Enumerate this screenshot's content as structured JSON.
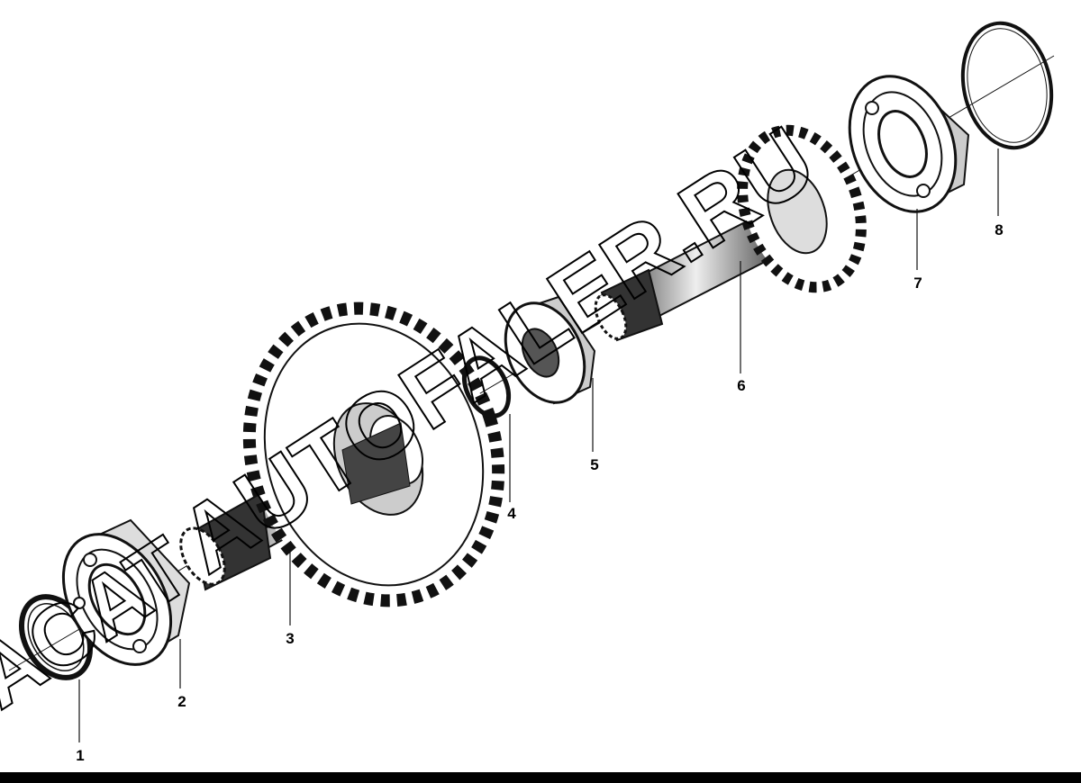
{
  "callouts": [
    {
      "id": "1",
      "label": "1"
    },
    {
      "id": "2",
      "label": "2"
    },
    {
      "id": "3",
      "label": "3"
    },
    {
      "id": "4",
      "label": "4"
    },
    {
      "id": "5",
      "label": "5"
    },
    {
      "id": "6",
      "label": "6"
    },
    {
      "id": "7",
      "label": "7"
    },
    {
      "id": "8",
      "label": "8"
    }
  ],
  "watermark": {
    "text": "AUTOFALER.RU",
    "prefix": "ACAT",
    "color": "#000000"
  },
  "colors": {
    "ink": "#111111",
    "paper": "#ffffff"
  }
}
